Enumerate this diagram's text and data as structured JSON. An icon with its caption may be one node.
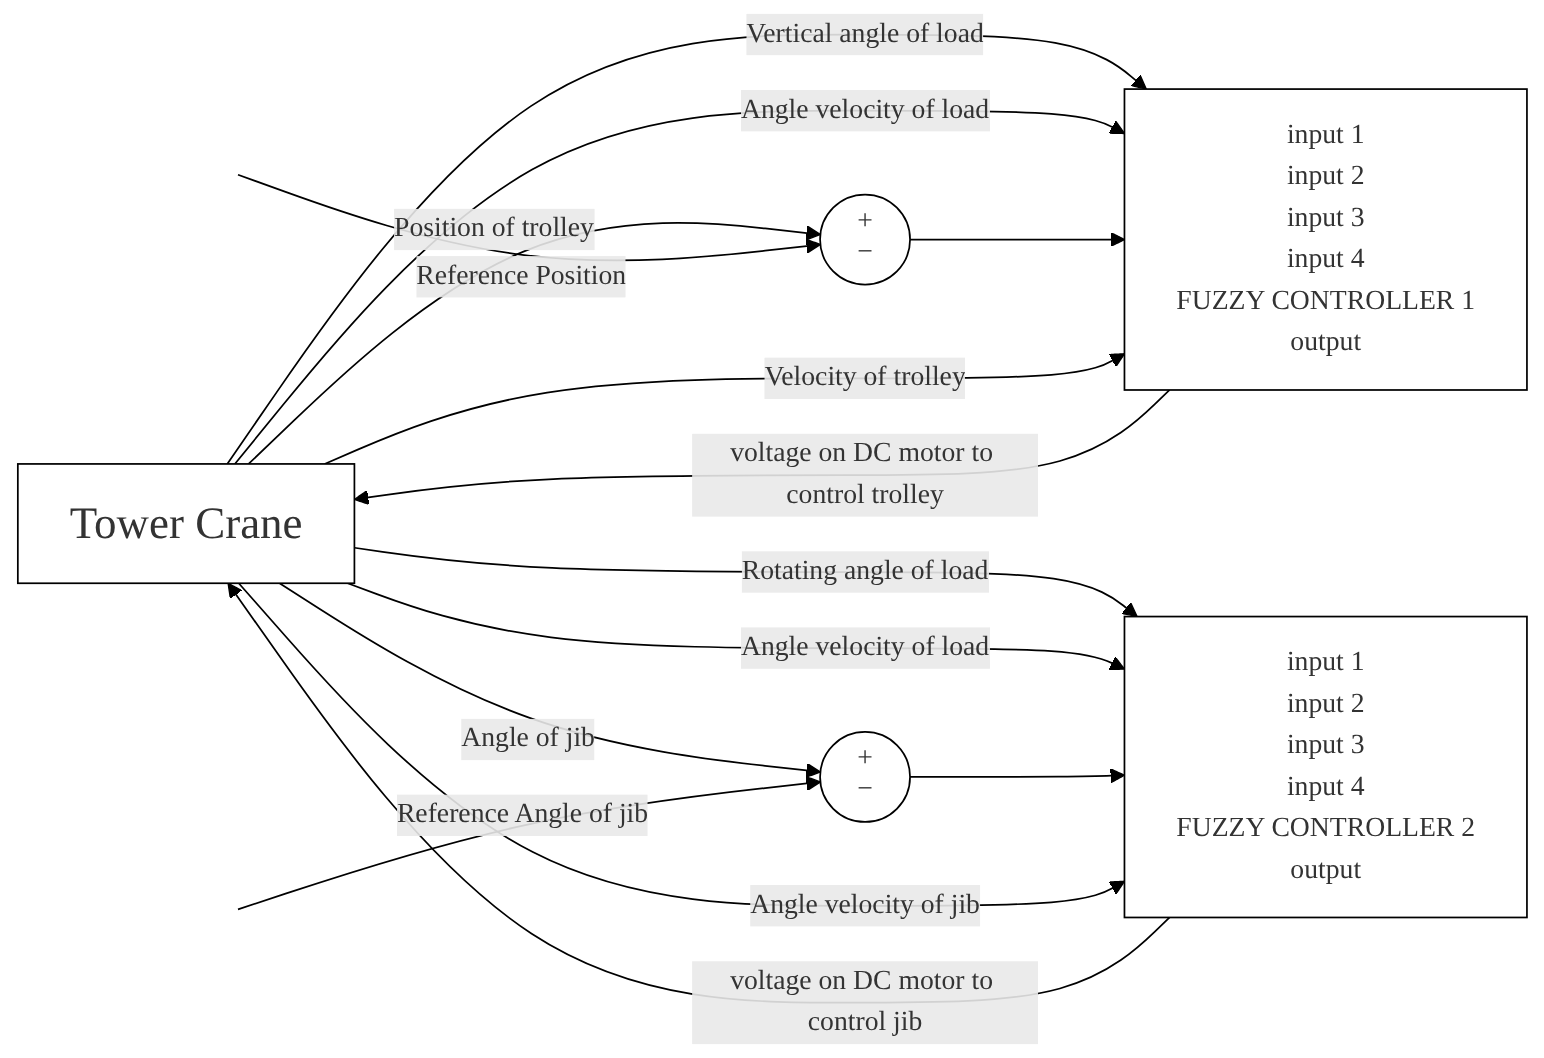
{
  "diagram": {
    "nodes": [
      {
        "text": [
          "Tower Crane"
        ]
      },
      {
        "text": [
          "+",
          "−"
        ]
      },
      {
        "text": [
          "input 1",
          "input 2",
          "input 3",
          "input 4",
          "FUZZY CONTROLLER 1",
          "output"
        ]
      },
      {
        "text": [
          "+",
          "−"
        ]
      },
      {
        "text": [
          "input 1",
          "input 2",
          "input 3",
          "input 4",
          "FUZZY CONTROLLER 2",
          "output"
        ]
      }
    ],
    "edges": [
      {
        "from": 0,
        "to": 2,
        "arrow": "to",
        "label": "Vertical angle of load"
      },
      {
        "from": 0,
        "to": 2,
        "arrow": "to",
        "label": "Angle velocity of load"
      },
      {
        "from": 0,
        "to": 1,
        "arrow": "to",
        "label": "Position of trolley"
      },
      {
        "from": null,
        "to": 1,
        "arrow": "to",
        "label": "Reference Position"
      },
      {
        "from": 1,
        "to": 2,
        "arrow": "to"
      },
      {
        "from": 0,
        "to": 2,
        "arrow": "to",
        "label": "Velocity of trolley"
      },
      {
        "from": 2,
        "to": 0,
        "arrow": "to",
        "label": "voltage on DC motor to control trolley"
      },
      {
        "from": 0,
        "to": 4,
        "arrow": "to",
        "label": "Rotating angle of load"
      },
      {
        "from": 0,
        "to": 4,
        "arrow": "to",
        "label": "Angle velocity of load"
      },
      {
        "from": 0,
        "to": 3,
        "arrow": "to",
        "label": "Angle of jib"
      },
      {
        "from": null,
        "to": 3,
        "arrow": "to",
        "label": "Reference Angle of jib"
      },
      {
        "from": 3,
        "to": 4,
        "arrow": "to"
      },
      {
        "from": 0,
        "to": 4,
        "arrow": "to",
        "label": "Angle velocity of jib"
      },
      {
        "from": 4,
        "to": 0,
        "arrow": "to",
        "label": "voltage on DC motor to control jib"
      }
    ]
  }
}
